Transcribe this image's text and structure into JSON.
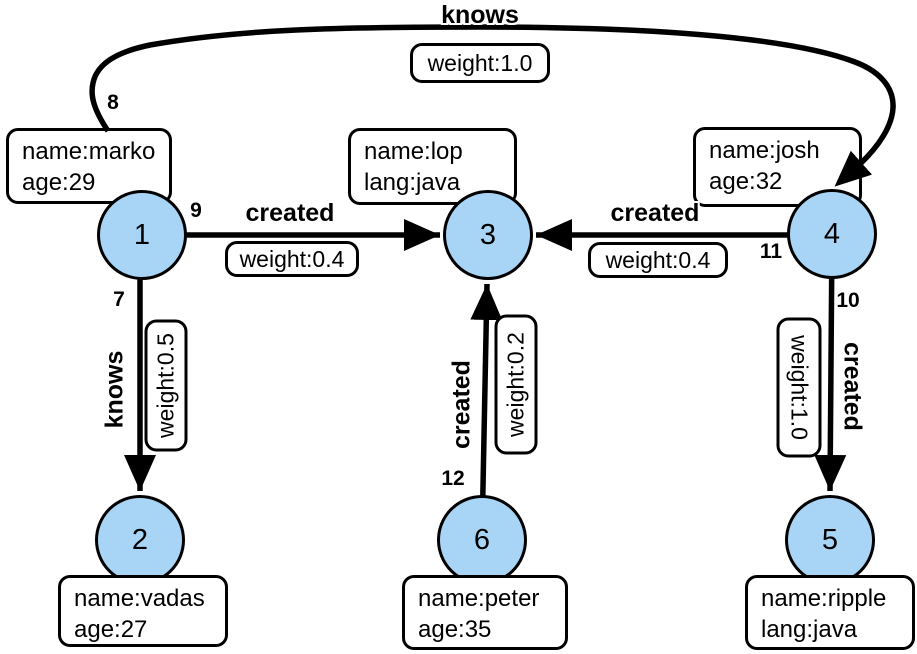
{
  "diagram": {
    "node_fill": "#a8d5f6",
    "node_stroke": "#000000",
    "edge_color": "#000000",
    "background": "#ffffff"
  },
  "nodes": {
    "n1": {
      "id": "1",
      "prop1": "name:marko",
      "prop2": "age:29"
    },
    "n2": {
      "id": "2",
      "prop1": "name:vadas",
      "prop2": "age:27"
    },
    "n3": {
      "id": "3",
      "prop1": "name:lop",
      "prop2": "lang:java"
    },
    "n4": {
      "id": "4",
      "prop1": "name:josh",
      "prop2": "age:32"
    },
    "n5": {
      "id": "5",
      "prop1": "name:ripple",
      "prop2": "lang:java"
    },
    "n6": {
      "id": "6",
      "prop1": "name:peter",
      "prop2": "age:35"
    }
  },
  "edges": {
    "e7": {
      "id": "7",
      "label": "knows",
      "weight": "weight:0.5"
    },
    "e8": {
      "id": "8",
      "label": "knows",
      "weight": "weight:1.0"
    },
    "e9": {
      "id": "9",
      "label": "created",
      "weight": "weight:0.4"
    },
    "e10": {
      "id": "10",
      "label": "created",
      "weight": "weight:1.0"
    },
    "e11": {
      "id": "11",
      "label": "created",
      "weight": "weight:0.4"
    },
    "e12": {
      "id": "12",
      "label": "created",
      "weight": "weight:0.2"
    }
  }
}
